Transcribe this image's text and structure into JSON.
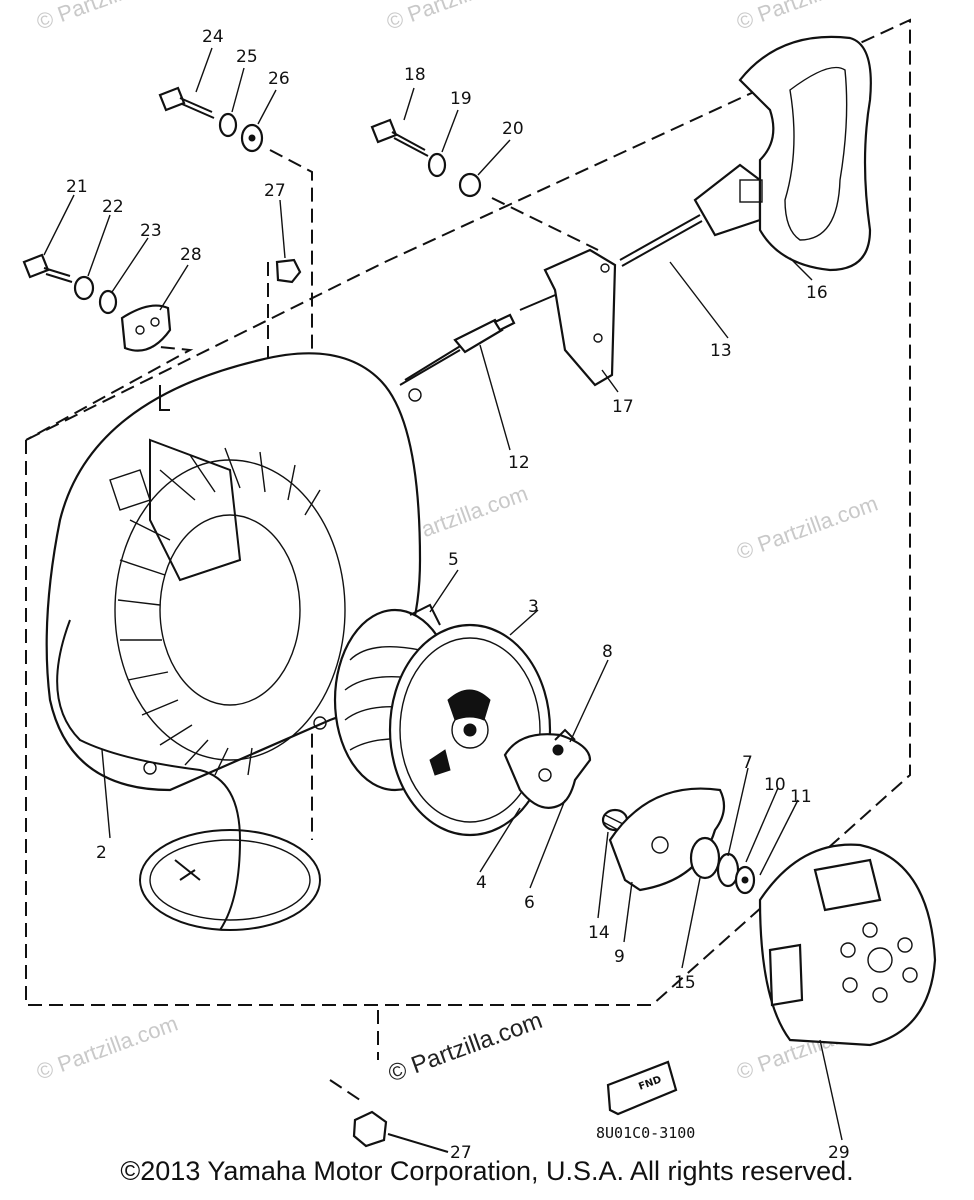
{
  "diagram": {
    "part_labels": [
      "24",
      "25",
      "26",
      "18",
      "19",
      "20",
      "21",
      "22",
      "23",
      "28",
      "27",
      "16",
      "13",
      "17",
      "12",
      "5",
      "3",
      "8",
      "7",
      "10",
      "11",
      "2",
      "4",
      "6",
      "14",
      "9",
      "15",
      "29",
      "27"
    ],
    "reference_code": "8U01C0-3100",
    "find_badge": "FND",
    "watermark_text": "© Partzilla.com",
    "center_watermark": "© Partzilla.com"
  },
  "footer": {
    "copyright": "©2013 Yamaha Motor Corporation, U.S.A. All rights reserved."
  }
}
